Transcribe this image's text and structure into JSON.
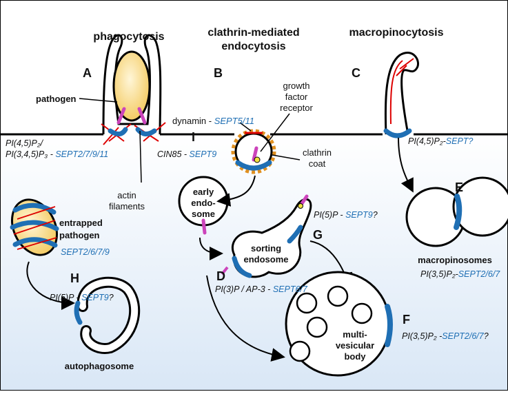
{
  "headings": {
    "phagocytosis": "phagocytosis",
    "clathrin_line1": "clathrin-mediated",
    "clathrin_line2": "endocytosis",
    "macropinocytosis": "macropinocytosis"
  },
  "letters": {
    "a": "A",
    "b": "B",
    "c": "C",
    "d": "D",
    "e": "E",
    "f": "F",
    "g": "G",
    "h": "H",
    "i": "I"
  },
  "labels": {
    "pathogen": "pathogen",
    "actin_line1": "actin",
    "actin_line2": "filaments",
    "growth_line1": "growth",
    "growth_line2": "factor",
    "growth_line3": "receptor",
    "clathrin_line1": "clathrin",
    "clathrin_line2": "coat",
    "early_line1": "early",
    "early_line2": "endo-",
    "early_line3": "some",
    "sorting_line1": "sorting",
    "sorting_line2": "endosome",
    "mvb_line1": "multi-",
    "mvb_line2": "vesicular",
    "mvb_line3": "body",
    "macropinosomes": "macropinosomes",
    "entrapped_line1": "entrapped",
    "entrapped_line2": "pathogen",
    "autophagosome": "autophagosome"
  },
  "annotations": {
    "a_line1": "PI(4,5)P₂/",
    "a_line2_lipid": "PI(3,4,5)P₃ - ",
    "a_line2_sept": "SEPT2/7/9/11",
    "i_lipid": "CIN85 - ",
    "i_sept": "SEPT9",
    "b_dynamin": "dynamin - ",
    "b_sept": "SEPT5/11",
    "c_lipid": "PI(4,5)P₂-",
    "c_sept": "SEPT?",
    "g_lipid": "PI(5)P - ",
    "g_sept": "SEPT9",
    "g_q": "?",
    "d_lipid": "PI(3)P / AP-3 - ",
    "d_sept": "SEPT6/7",
    "e_lipid": "PI(3,5)P₂-",
    "e_sept": "SEPT2/6/7",
    "f_lipid": "PI(3,5)P₂ -",
    "f_sept": "SEPT2/6/7",
    "f_q": "?",
    "h_entrapped_sept": "SEPT2/6/7/9",
    "h_lipid": "PI(5)P - ",
    "h_sept": "SEPT9",
    "h_q": "?"
  },
  "colors": {
    "septin_blue": "#1f6fb4",
    "actin_red": "#dd0000",
    "pathogen_yellow": "#f3c85a",
    "clathrin_orange": "#e09020",
    "receptor_pink": "#cc44bb"
  }
}
